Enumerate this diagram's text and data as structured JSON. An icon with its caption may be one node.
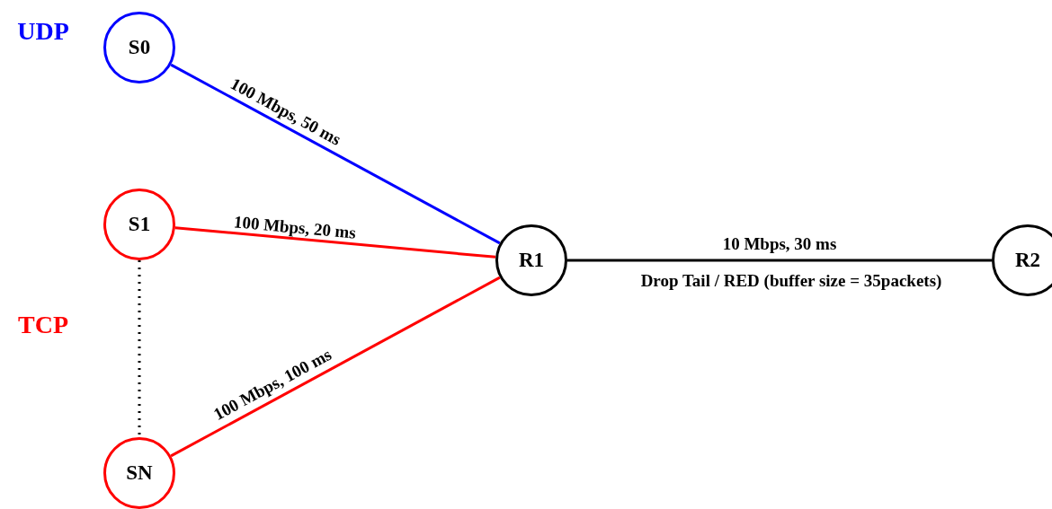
{
  "diagram": {
    "nodes": [
      {
        "text": [
          "S0"
        ]
      },
      {
        "text": [
          "S1"
        ]
      },
      {
        "text": [
          "SN"
        ]
      },
      {
        "text": [
          "R1"
        ]
      },
      {
        "text": [
          "R2"
        ]
      }
    ],
    "edges": [
      {
        "from": 0,
        "to": 3,
        "arrow": "none",
        "label": "100 Mbps, 50 ms",
        "color": "#0000ff"
      },
      {
        "from": 1,
        "to": 3,
        "arrow": "none",
        "label": "100 Mbps, 20 ms",
        "color": "#ff0000"
      },
      {
        "from": 2,
        "to": 3,
        "arrow": "none",
        "label": "100 Mbps, 100 ms",
        "color": "#ff0000"
      },
      {
        "from": 1,
        "to": 2,
        "arrow": "none",
        "style": "dashed",
        "color": "#000000"
      },
      {
        "from": 3,
        "to": 4,
        "arrow": "none",
        "label": "10 Mbps, 30 ms",
        "color": "#000000"
      }
    ],
    "labels": [
      "UDP",
      "TCP",
      "Drop Tail / RED (buffer size = 35packets)"
    ]
  }
}
